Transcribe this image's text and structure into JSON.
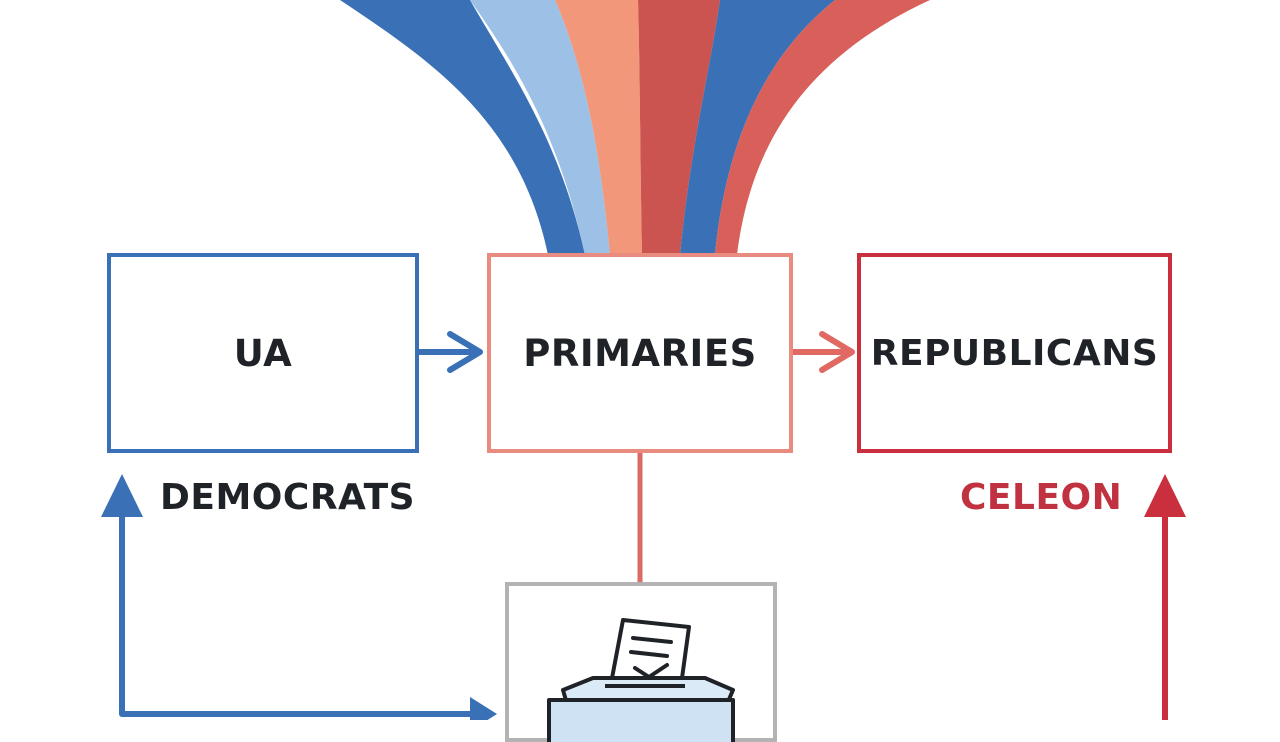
{
  "nodes": {
    "ua": "UA",
    "primaries": "PRIMARIES",
    "republicans": "REPUBLICANS"
  },
  "labels": {
    "democrats": "DEMOCRATS",
    "celeon": "CELEON"
  },
  "colors": {
    "dark_blue": "#3a70b5",
    "light_blue": "#9cc0e6",
    "salmon": "#f3977a",
    "red": "#cc5450",
    "dark_red": "#c92f3c",
    "gray": "#b3b3b3"
  },
  "icons": {
    "ballot": "ballot-box-icon"
  }
}
